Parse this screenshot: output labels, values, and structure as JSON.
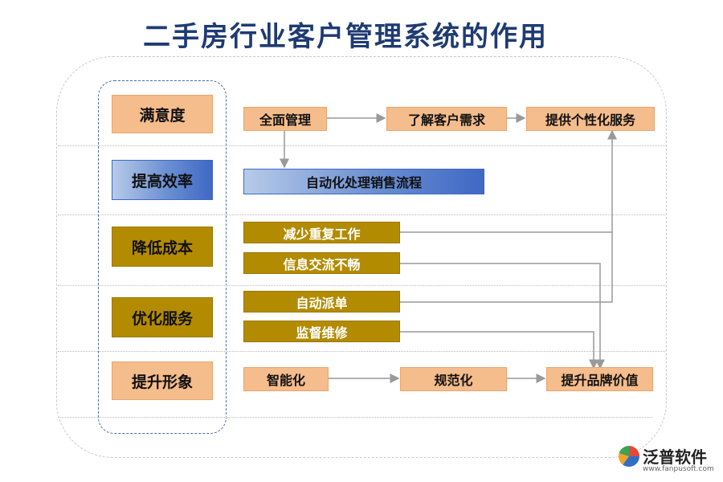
{
  "title": "二手房行业客户管理系统的作用",
  "categories": [
    {
      "label": "满意度",
      "color": "#f5bc8c"
    },
    {
      "label": "提高效率",
      "color": "#6a8fd2"
    },
    {
      "label": "降低成本",
      "color": "#b28b00"
    },
    {
      "label": "优化服务",
      "color": "#b28b00"
    },
    {
      "label": "提升形象",
      "color": "#f5bc8c"
    }
  ],
  "flow": {
    "row1": [
      "全面管理",
      "了解客户需求",
      "提供个性化服务"
    ],
    "row2": [
      "自动化处理销售流程"
    ],
    "row3": [
      "减少重复工作",
      "信息交流不畅",
      "自动派单",
      "监督维修"
    ],
    "row4": [
      "智能化",
      "规范化",
      "提升品牌价值"
    ]
  },
  "logo": {
    "name": "泛普软件",
    "url": "www.fanpusoft.com"
  }
}
